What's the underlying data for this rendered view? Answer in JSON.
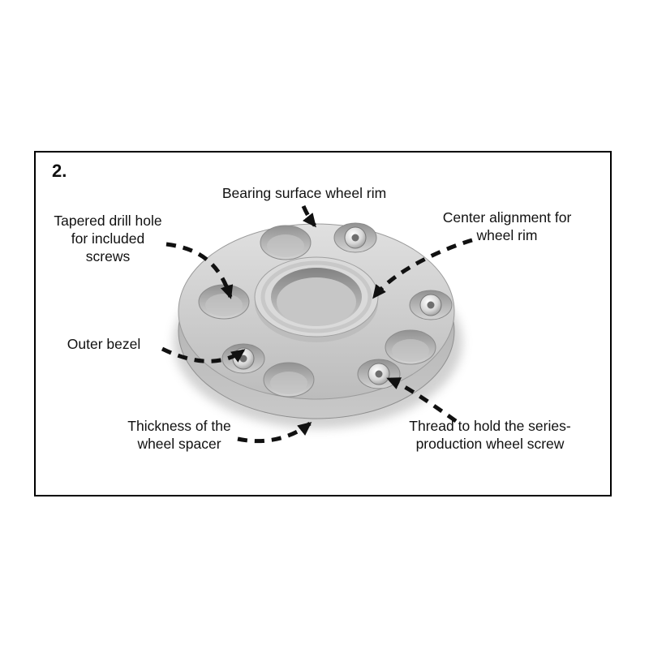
{
  "diagram": {
    "step_number": "2.",
    "labels": {
      "bearing_surface": "Bearing surface wheel rim",
      "tapered_drill_hole": "Tapered drill hole\nfor included\nscrews",
      "center_alignment": "Center alignment for\nwheel rim",
      "outer_bezel": "Outer bezel",
      "thickness": "Thickness of the\nwheel spacer",
      "thread": "Thread to hold the series-\nproduction wheel screw"
    },
    "colors": {
      "line": "#111111",
      "frame_border": "#000000",
      "disc_light": "#dedede",
      "disc_dark": "#b3b3b3",
      "background": "#ffffff"
    }
  }
}
